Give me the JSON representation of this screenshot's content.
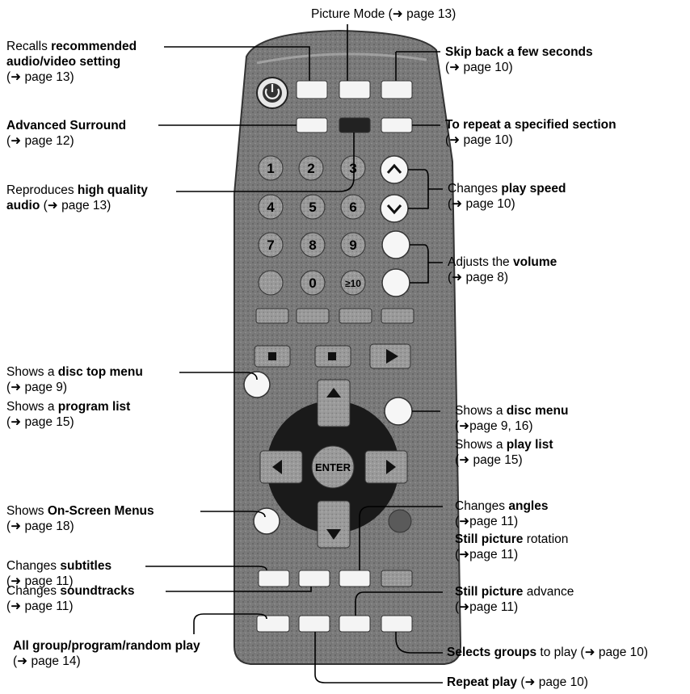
{
  "labels": {
    "picture_mode": {
      "text": "Picture Mode (➜ page 13)"
    },
    "recalls": {
      "l1a": "Recalls ",
      "l1b": "recommended",
      "l2": "audio/video setting",
      "l3": "(➜ page 13)"
    },
    "advanced_surround": {
      "l1": "Advanced Surround",
      "l2": "(➜ page 12)"
    },
    "high_quality": {
      "l1a": "Reproduces ",
      "l1b": "high quality",
      "l2a": "audio",
      "l2b": " (➜ page 13)"
    },
    "disc_top_menu": {
      "l1a": "Shows a ",
      "l1b": "disc top menu",
      "l2": "(➜ page 9)"
    },
    "program_list": {
      "l1a": "Shows a ",
      "l1b": "program list",
      "l2": "(➜ page 15)"
    },
    "on_screen": {
      "l1a": "Shows ",
      "l1b": "On-Screen Menus",
      "l2": "(➜ page 18)"
    },
    "subtitles": {
      "l1a": "Changes ",
      "l1b": "subtitles",
      "l2": "(➜ page 11)"
    },
    "soundtracks": {
      "l1a": "Changes ",
      "l1b": "soundtracks",
      "l2": "(➜ page 11)"
    },
    "all_group": {
      "l1": "All group/program/random play",
      "l2": "(➜ page 14)"
    },
    "skip_back": {
      "l1": "Skip back a few seconds",
      "l2": "(➜ page 10)"
    },
    "repeat_section": {
      "l1": "To repeat a specified section",
      "l2": "(➜ page 10)"
    },
    "play_speed": {
      "l1a": "Changes ",
      "l1b": "play speed",
      "l2": "(➜ page 10)"
    },
    "volume": {
      "l1a": "Adjusts the ",
      "l1b": "volume",
      "l2": "(➜ page 8)"
    },
    "disc_menu": {
      "l1a": "Shows a ",
      "l1b": "disc menu",
      "l2": "(➜page 9, 16)"
    },
    "play_list": {
      "l1a": "Shows a ",
      "l1b": "play list",
      "l2": "(➜ page 15)"
    },
    "angles": {
      "l1a": "Changes ",
      "l1b": "angles",
      "l2": "(➜page 11)"
    },
    "still_rotation": {
      "l1a": "Still picture",
      "l1b": " rotation",
      "l2": "(➜page 11)"
    },
    "still_advance": {
      "l1a": "Still picture",
      "l1b": " advance",
      "l2": "(➜page 11)"
    },
    "selects_groups": {
      "l1a": "Selects groups",
      "l1b": " to play (➜ page 10)"
    },
    "repeat_play": {
      "l1a": "Repeat play",
      "l1b": " (➜ page 10)"
    }
  },
  "remote": {
    "enter_label": "ENTER",
    "numbers": [
      "1",
      "2",
      "3",
      "4",
      "5",
      "6",
      "7",
      "8",
      "9",
      "",
      "0",
      "≥10"
    ]
  }
}
